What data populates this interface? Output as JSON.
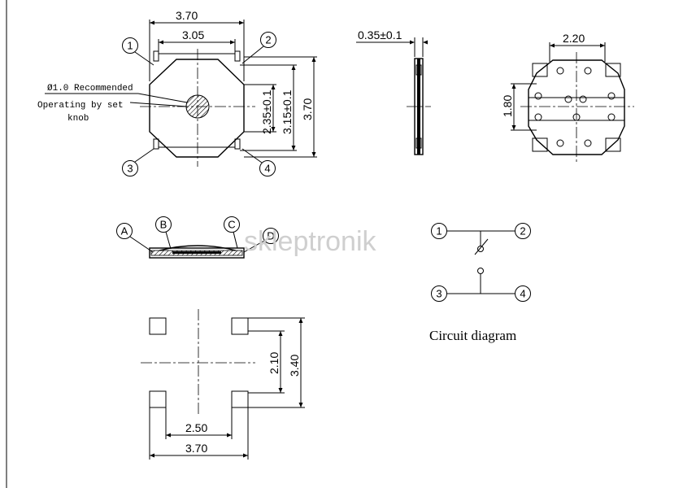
{
  "top_view": {
    "dim_width_outer": "3.70",
    "dim_width_inner": "3.05",
    "dim_height_a": "2.35±0.1",
    "dim_height_b": "3.15±0.1",
    "dim_height_c": "3.70",
    "note_diameter": "Ø1.0 Recommended",
    "note_operating_line1": "Operating by set",
    "note_operating_line2": "knob",
    "pins": [
      "1",
      "2",
      "3",
      "4"
    ]
  },
  "side_view": {
    "dim_thickness": "0.35±0.1"
  },
  "bottom_view": {
    "dim_width": "2.20",
    "dim_height": "1.80"
  },
  "layer_view": {
    "labels": [
      "A",
      "B",
      "C",
      "D"
    ]
  },
  "circuit": {
    "pins": [
      "1",
      "2",
      "3",
      "4"
    ],
    "caption": "Circuit diagram"
  },
  "footprint": {
    "dim_inner_height": "2.10",
    "dim_outer_height": "3.40",
    "dim_inner_width": "2.50",
    "dim_outer_width": "3.70"
  },
  "watermark": "skleptronik"
}
